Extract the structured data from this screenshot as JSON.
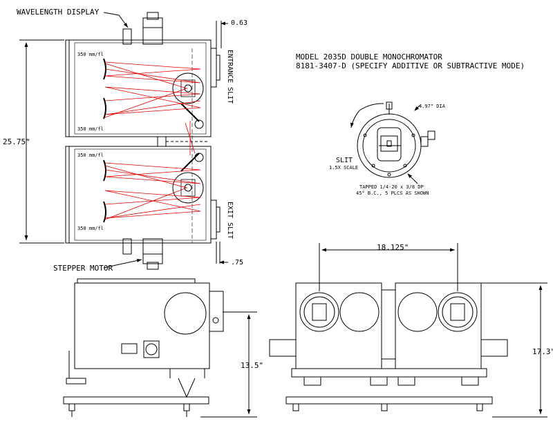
{
  "title": {
    "model": "MODEL 2035D DOUBLE MONOCHROMATOR",
    "part": "8181-3407-D (SPECIFY ADDITIVE OR SUBTRACTIVE MODE)"
  },
  "callouts": {
    "wavelength_display": "WAVELENGTH DISPLAY",
    "stepper_motor": "STEPPER MOTOR",
    "entrance_slit": "ENTRANCE SLIT",
    "exit_slit": "EXIT SLIT",
    "grating_top_1": "350 mm/fl",
    "grating_top_2": "350 mm/fl",
    "grating_bottom_1": "350 mm/fl",
    "grating_bottom_2": "350 mm/fl"
  },
  "dimensions": {
    "top_offset": "0.63",
    "bottom_offset": ".75",
    "overall_height": "25.75\"",
    "side_height": "13.5\"",
    "slit_spacing": "18.125\"",
    "front_height": "17.3\""
  },
  "slit_detail": {
    "label": "SLIT",
    "scale": "1.5X SCALE",
    "dia": "4.97\" DIA",
    "tapped_1": "TAPPED 1/4-20 x 3/8 DP",
    "tapped_2": "45° B.C., 5 PLCS AS SHOWN"
  },
  "colors": {
    "line": "#000000",
    "ray": "#e00000"
  }
}
